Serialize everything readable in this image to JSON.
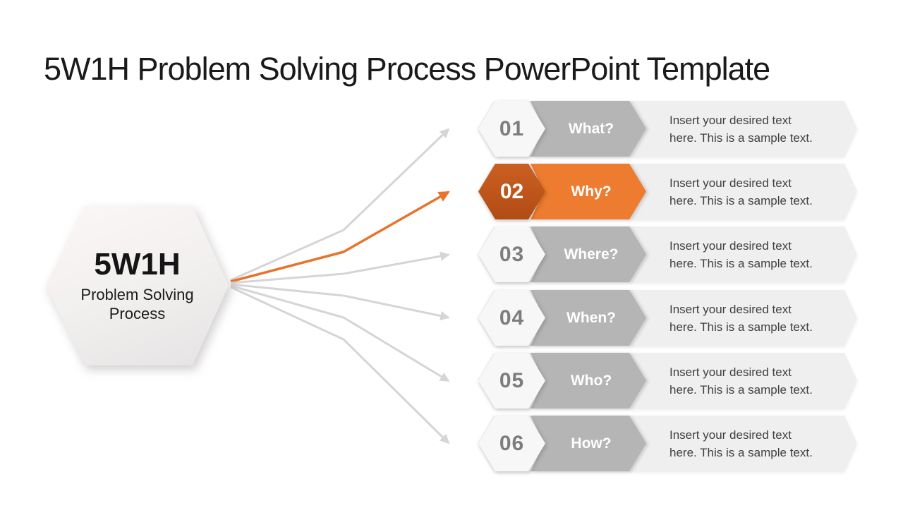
{
  "slide": {
    "title": "5W1H Problem Solving Process PowerPoint Template"
  },
  "hexagon": {
    "heading": "5W1H",
    "subheading": [
      "Problem Solving",
      "Process"
    ]
  },
  "colors": {
    "accent_orange": "#ed7c30",
    "badge_orange_top": "#ca5f22",
    "badge_orange_bottom": "#b24c13",
    "arrow_orange": "#e8732b",
    "arrow_gray": "#d5d5d5",
    "bar_gray": "#efefef",
    "badge_gray": "#f7f7f7",
    "chevron_gray": "#b5b5b5",
    "number_gray": "#7d7d7d",
    "text_dark": "#3f3f3f"
  },
  "rows": [
    {
      "number": "01",
      "label": "What?",
      "highlighted": false,
      "desc": [
        "Insert your desired text",
        "here. This is a sample text."
      ]
    },
    {
      "number": "02",
      "label": "Why?",
      "highlighted": true,
      "desc": [
        "Insert your desired text",
        "here. This is a sample text."
      ]
    },
    {
      "number": "03",
      "label": "Where?",
      "highlighted": false,
      "desc": [
        "Insert your desired text",
        "here. This is a sample text."
      ]
    },
    {
      "number": "04",
      "label": "When?",
      "highlighted": false,
      "desc": [
        "Insert your desired text",
        "here. This is a sample text."
      ]
    },
    {
      "number": "05",
      "label": "Who?",
      "highlighted": false,
      "desc": [
        "Insert your desired text",
        "here. This is a sample text."
      ]
    },
    {
      "number": "06",
      "label": "How?",
      "highlighted": false,
      "desc": [
        "Insert your desired text",
        "here. This is a sample text."
      ]
    }
  ]
}
